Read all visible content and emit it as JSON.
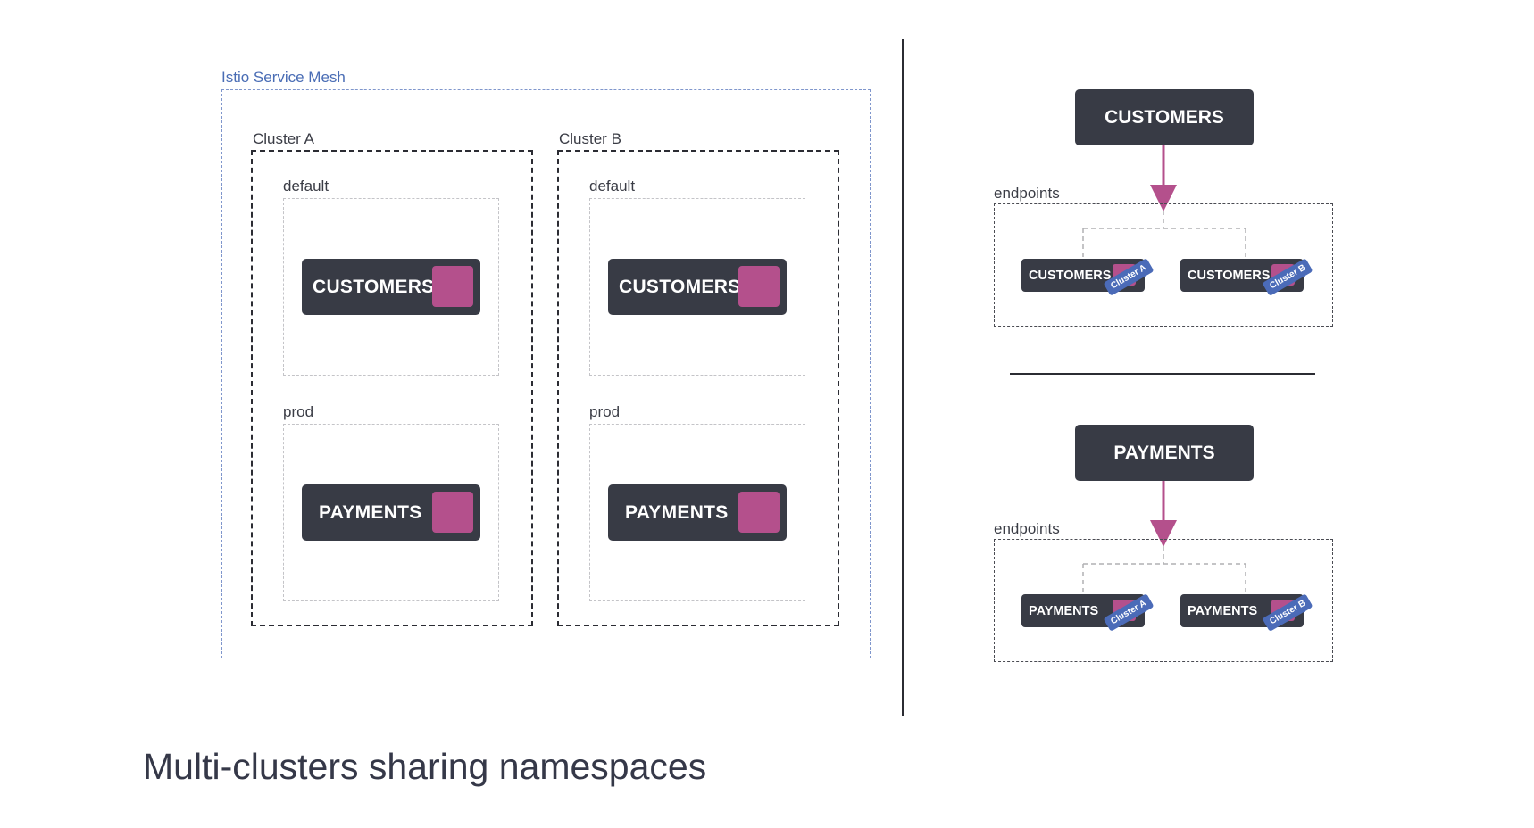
{
  "mesh": {
    "label": "Istio Service Mesh"
  },
  "clusters": [
    {
      "label": "Cluster A",
      "namespaces": [
        {
          "label": "default",
          "service": "CUSTOMERS"
        },
        {
          "label": "prod",
          "service": "PAYMENTS"
        }
      ]
    },
    {
      "label": "Cluster B",
      "namespaces": [
        {
          "label": "default",
          "service": "CUSTOMERS"
        },
        {
          "label": "prod",
          "service": "PAYMENTS"
        }
      ]
    }
  ],
  "routing": [
    {
      "service": "CUSTOMERS",
      "endpoints_label": "endpoints",
      "endpoints": [
        {
          "service": "CUSTOMERS",
          "cluster_tag": "Cluster A"
        },
        {
          "service": "CUSTOMERS",
          "cluster_tag": "Cluster B"
        }
      ]
    },
    {
      "service": "PAYMENTS",
      "endpoints_label": "endpoints",
      "endpoints": [
        {
          "service": "PAYMENTS",
          "cluster_tag": "Cluster A"
        },
        {
          "service": "PAYMENTS",
          "cluster_tag": "Cluster B"
        }
      ]
    }
  ],
  "caption": "Multi-clusters sharing namespaces",
  "colors": {
    "accent": "#b4508c",
    "service_bg": "#383b45",
    "mesh_border": "#7f96cc",
    "cluster_tag": "#4b6bb8"
  }
}
